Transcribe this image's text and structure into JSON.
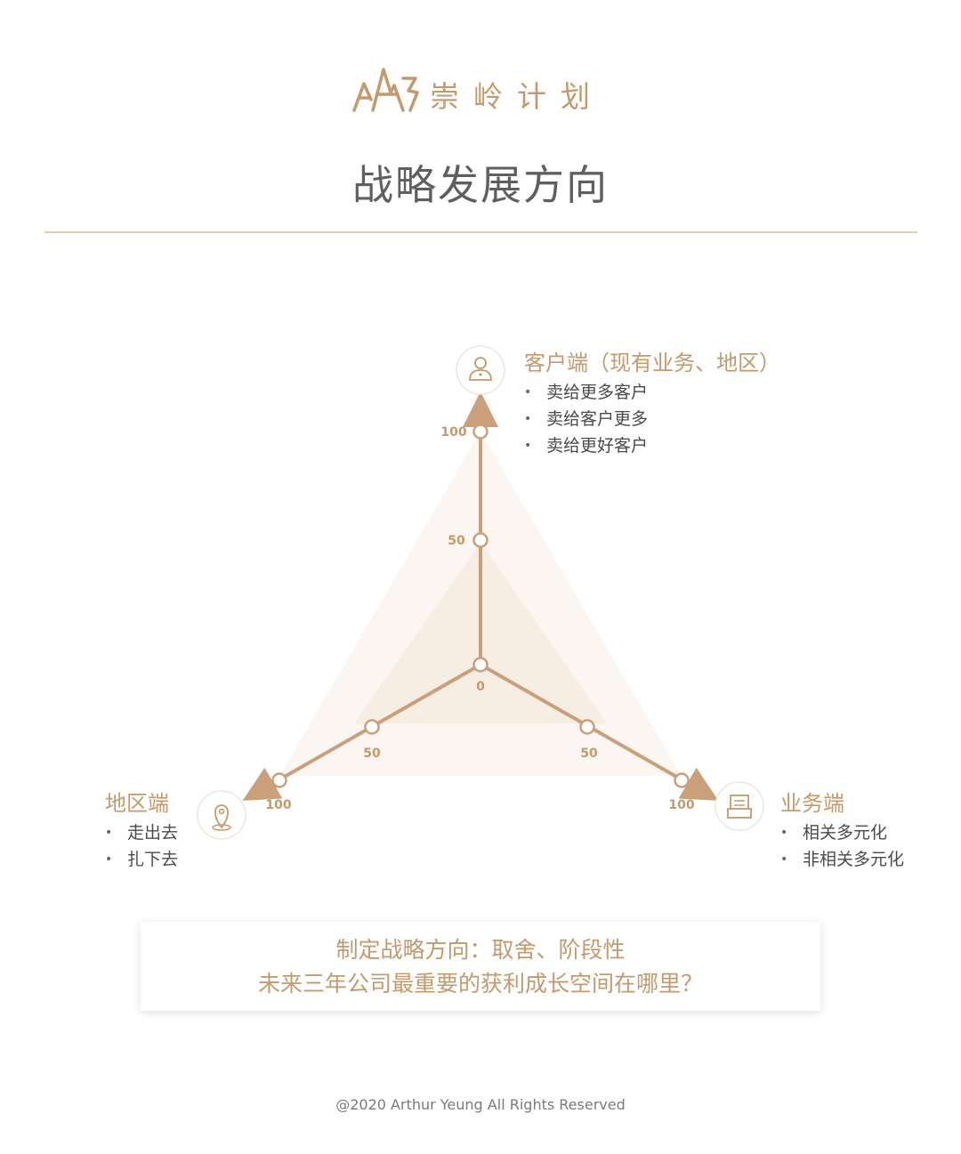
{
  "logo": {
    "text": "崇岭计划"
  },
  "page_title": "战略发展方向",
  "axes": {
    "customer": {
      "title": "客户端（现有业务、地区）",
      "bullets": [
        "卖给更多客户",
        "卖给客户更多",
        "卖给更好客户"
      ],
      "icon": "person-icon"
    },
    "region": {
      "title": "地区端",
      "bullets": [
        "走出去",
        "扎下去"
      ],
      "icon": "location-pin-icon"
    },
    "business": {
      "title": "业务端",
      "bullets": [
        "相关多元化",
        "非相关多元化"
      ],
      "icon": "document-icon"
    }
  },
  "scale": {
    "origin": "0",
    "mid": "50",
    "max": "100"
  },
  "callout": {
    "line1": "制定战略方向：取舍、阶段性",
    "line2": "未来三年公司最重要的获利成长空间在哪里？"
  },
  "footer": "@2020 Arthur Yeung All Rights Reserved",
  "colors": {
    "accent": "#c49a6c",
    "light_fill": "#f7efe7",
    "mid_fill": "#f1e4d6",
    "text": "#5f5f5f"
  }
}
